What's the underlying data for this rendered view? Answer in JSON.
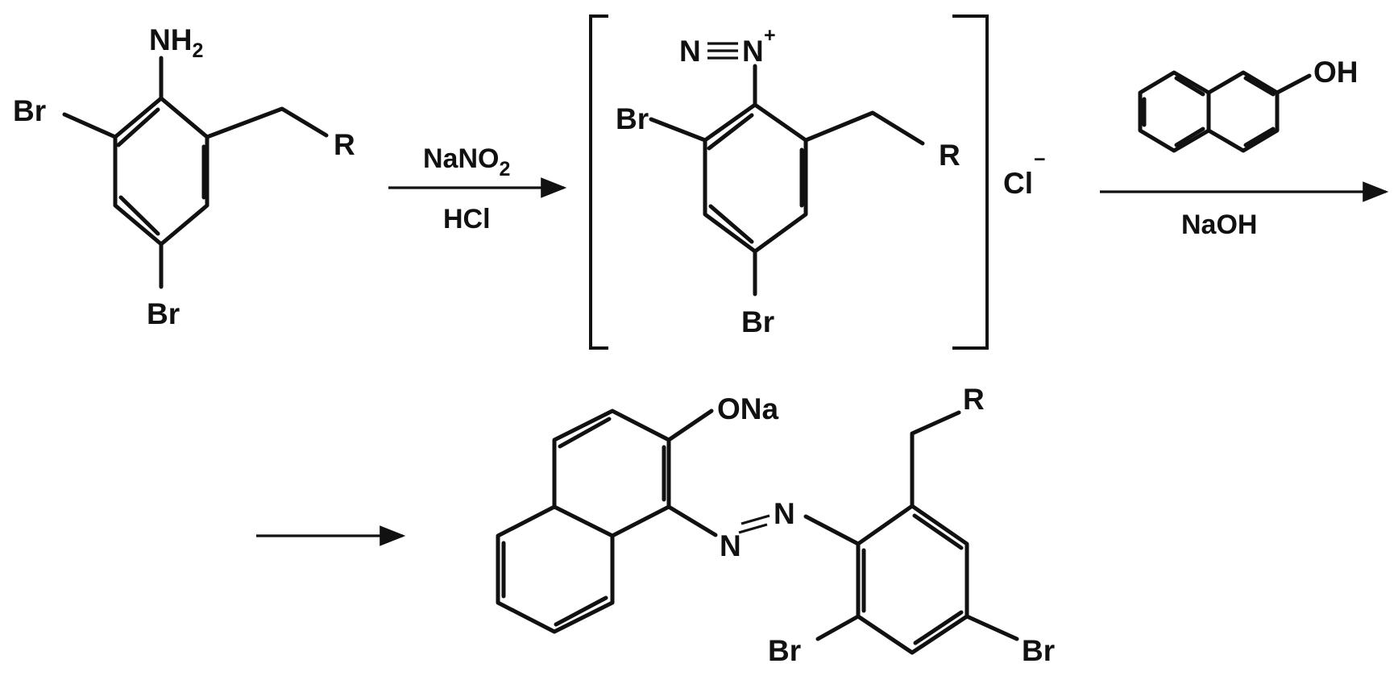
{
  "scheme": {
    "start": {
      "amine": "NH",
      "amine_sub": "2",
      "br_ortho": "Br",
      "br_para": "Br",
      "r_group": "R"
    },
    "step1": {
      "reagent_top": "NaNO",
      "reagent_top_sub": "2",
      "reagent_bottom": "HCl"
    },
    "intermediate": {
      "diazo": "N",
      "diazo_n2": "N",
      "charge": "+",
      "br_ortho": "Br",
      "br_para": "Br",
      "r_group": "R",
      "counterion": "Cl",
      "counterion_charge": "−"
    },
    "step2": {
      "reagent_top_oh": "OH",
      "reagent_bottom": "NaOH"
    },
    "product": {
      "ona": "ONa",
      "n1": "N",
      "n2": "N",
      "r_group": "R",
      "br_left": "Br",
      "br_right": "Br"
    }
  }
}
